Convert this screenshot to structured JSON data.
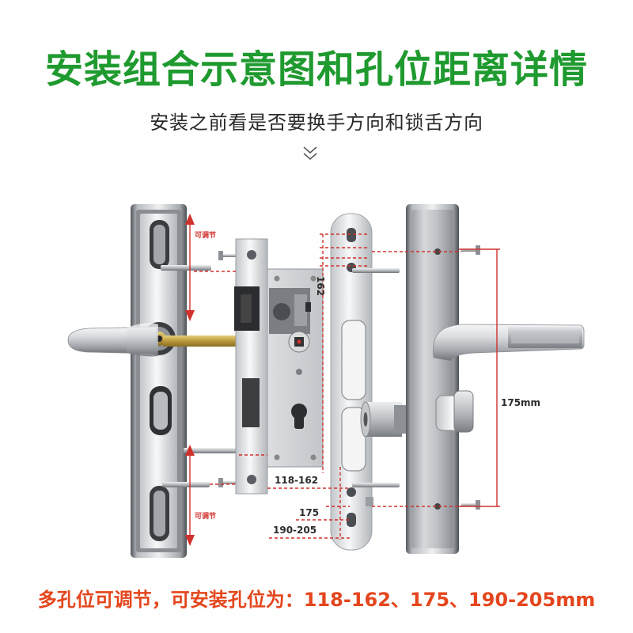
{
  "title": "安装组合示意图和孔位距离详情",
  "subtitle": "安装之前看是否要换手方向和锁舌方向",
  "icons": {
    "scroll_hint": "double-chevron-down-icon"
  },
  "diagram": {
    "adjust_top": "可调节",
    "adjust_bottom": "可调节",
    "dim_162": "162",
    "dim_118_162": "118-162",
    "dim_175": "175",
    "dim_190_205": "190-205",
    "dim_175mm": "175mm"
  },
  "caption": "多孔位可调节，可安装孔位为：118-162、175、190-205mm",
  "colors": {
    "title": "#1f9a2f",
    "caption": "#e4461d",
    "dimension_line": "#d0312d"
  }
}
